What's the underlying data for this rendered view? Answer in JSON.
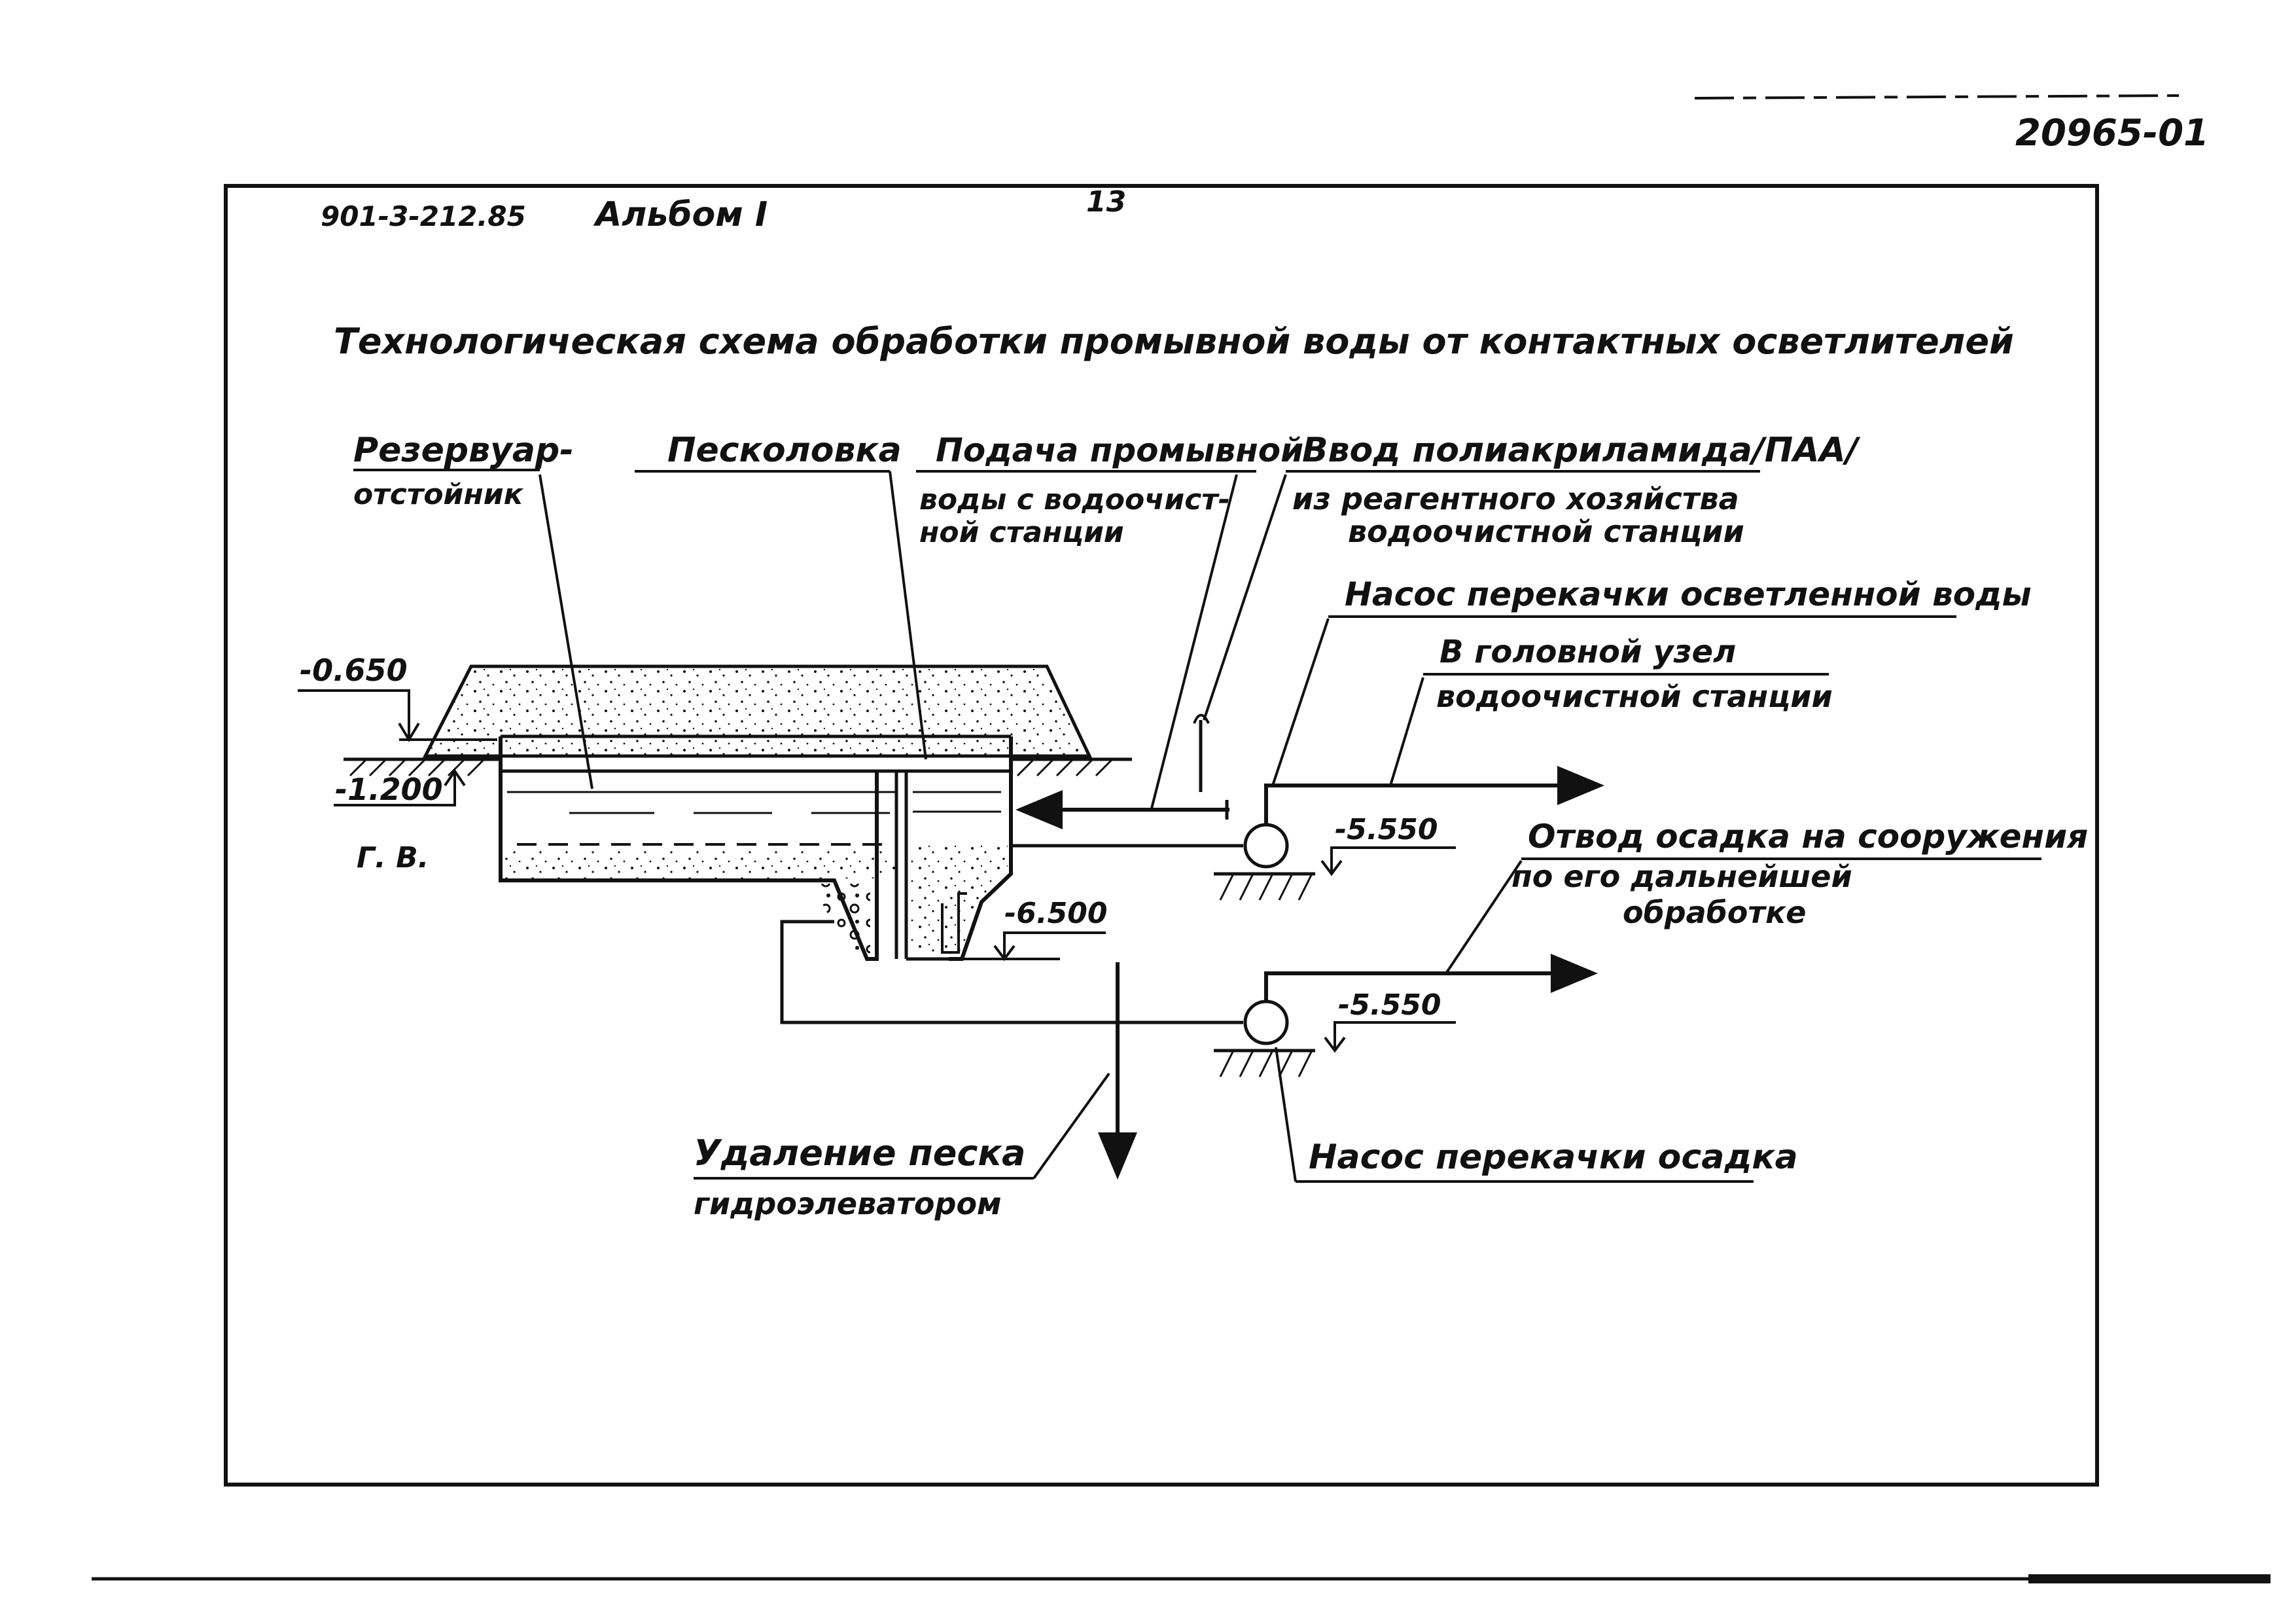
{
  "header": {
    "doc_number": "20965-01",
    "series": "901-3-212.85",
    "album": "Альбом I",
    "page_number": "13"
  },
  "title": "Технологическая схема обработки промывной воды от контактных осветлителей",
  "labels": {
    "reservoir": [
      "Резервуар-",
      "отстойник"
    ],
    "sand_trap": "Песколовка",
    "wash_water_supply": [
      "Подача промывной",
      "воды с водоочист-",
      "ной станции"
    ],
    "polyacrylamide_input": [
      "Ввод полиакриламида/ПАА/",
      "из реагентного хозяйства",
      "водоочистной станции"
    ],
    "clarified_water_pump": "Насос перекачки осветленной воды",
    "head_node": [
      "В головной узел",
      "водоочистной станции"
    ],
    "sludge_outlet": [
      "Отвод осадка на сооружения",
      "по его дальнейшей",
      "обработке"
    ],
    "sand_removal": [
      "Удаление песка",
      "гидроэлеватором"
    ],
    "sludge_pump": "Насос перекачки осадка"
  },
  "elevations": {
    "top": "-0.650",
    "ground_water": "-1.200",
    "ground_water_label": "Г. В.",
    "pump_1": "-5.550",
    "sand_trap_bottom": "-6.500",
    "pump_2": "-5.550"
  },
  "colors": {
    "ink": "#111111",
    "paper": "#ffffff"
  }
}
